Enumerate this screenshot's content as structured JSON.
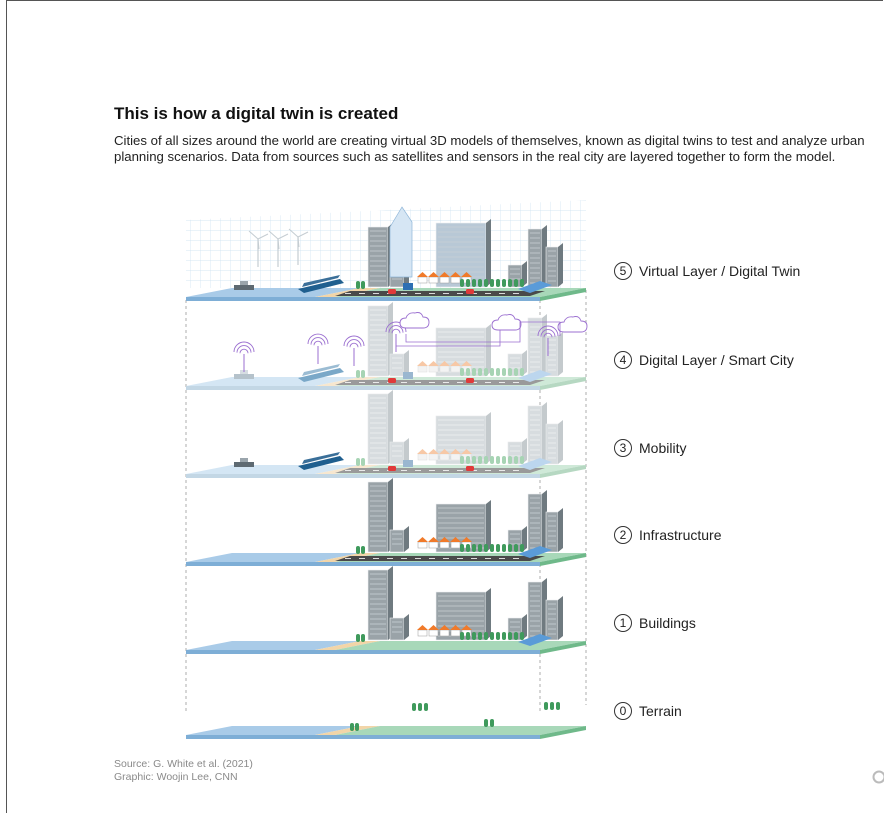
{
  "header": {
    "title": "This is how a digital twin is created",
    "description": "Cities of all sizes around the world are creating virtual 3D models of themselves, known as digital twins to test and analyze urban planning scenarios. Data from sources such as satellites and sensors in the real city are layered together to form the model."
  },
  "layers": [
    {
      "num": "5",
      "label": "Virtual Layer / Digital Twin"
    },
    {
      "num": "4",
      "label": "Digital Layer / Smart City"
    },
    {
      "num": "3",
      "label": "Mobility"
    },
    {
      "num": "2",
      "label": "Infrastructure"
    },
    {
      "num": "1",
      "label": "Buildings"
    },
    {
      "num": "0",
      "label": "Terrain"
    }
  ],
  "footer": {
    "source": "Source: G. White et al. (2021)",
    "graphic": "Graphic: Woojin Lee, CNN"
  },
  "colors": {
    "water": "#a9cbe8",
    "land": "#a8d8b9",
    "sand": "#f2d5a8",
    "road": "#4a4a4a",
    "building": "#9aa3a8",
    "roof_orange": "#f07a2a",
    "network": "#9b6fd0",
    "car": "#e03a3a"
  },
  "icons": [
    "wind-turbine-icon",
    "ship-icon",
    "boat-icon",
    "wifi-signal-icon",
    "cloud-wifi-icon",
    "tree-icon",
    "car-icon"
  ]
}
